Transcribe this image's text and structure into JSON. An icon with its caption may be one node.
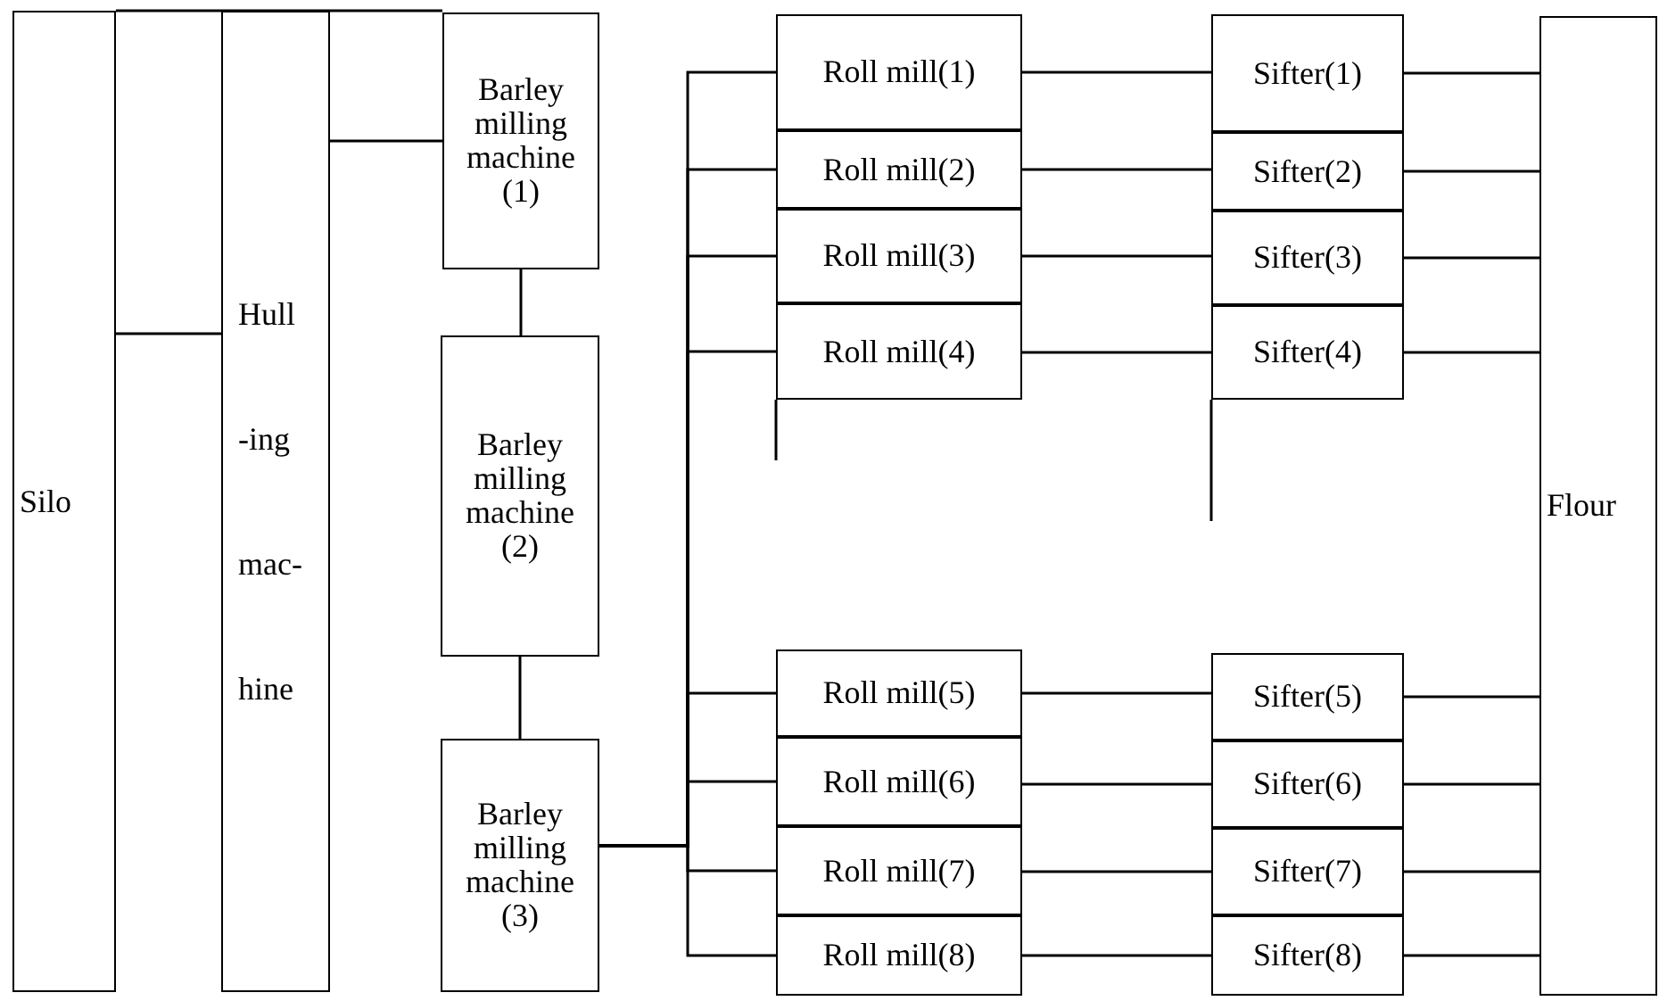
{
  "diagram": {
    "nodes": [
      {
        "text": [
          "Silo"
        ]
      },
      {
        "text": [
          "Hull -ing mac- hine"
        ]
      },
      {
        "text": [
          "Barley milling machine (1)"
        ]
      },
      {
        "text": [
          "Barley milling machine (2)"
        ]
      },
      {
        "text": [
          "Barley milling machine (3)"
        ]
      },
      {
        "text": [
          "Roll mill(1)"
        ]
      },
      {
        "text": [
          "Roll mill(2)"
        ]
      },
      {
        "text": [
          "Roll mill(3)"
        ]
      },
      {
        "text": [
          "Roll mill(4)"
        ]
      },
      {
        "text": [
          "Roll mill(5)"
        ]
      },
      {
        "text": [
          "Roll mill(6)"
        ]
      },
      {
        "text": [
          "Roll mill(7)"
        ]
      },
      {
        "text": [
          "Roll mill(8)"
        ]
      },
      {
        "text": [
          "Sifter(1)"
        ]
      },
      {
        "text": [
          "Sifter(2)"
        ]
      },
      {
        "text": [
          "Sifter(3)"
        ]
      },
      {
        "text": [
          "Sifter(4)"
        ]
      },
      {
        "text": [
          "Sifter(5)"
        ]
      },
      {
        "text": [
          "Sifter(6)"
        ]
      },
      {
        "text": [
          "Sifter(7)"
        ]
      },
      {
        "text": [
          "Sifter(8)"
        ]
      },
      {
        "text": [
          "Flour"
        ]
      }
    ],
    "edges": [
      {
        "from": 0,
        "to": 1,
        "arrow": "none"
      },
      {
        "from": 1,
        "to": 2,
        "arrow": "none"
      },
      {
        "from": 2,
        "to": 3,
        "arrow": "none"
      },
      {
        "from": 3,
        "to": 4,
        "arrow": "none"
      },
      {
        "from": 4,
        "to": 5,
        "arrow": "none"
      },
      {
        "from": 4,
        "to": 6,
        "arrow": "none"
      },
      {
        "from": 4,
        "to": 7,
        "arrow": "none"
      },
      {
        "from": 4,
        "to": 8,
        "arrow": "none"
      },
      {
        "from": 4,
        "to": 9,
        "arrow": "none"
      },
      {
        "from": 4,
        "to": 10,
        "arrow": "none"
      },
      {
        "from": 4,
        "to": 11,
        "arrow": "none"
      },
      {
        "from": 4,
        "to": 12,
        "arrow": "none"
      },
      {
        "from": 5,
        "to": 13,
        "arrow": "none"
      },
      {
        "from": 6,
        "to": 14,
        "arrow": "none"
      },
      {
        "from": 7,
        "to": 15,
        "arrow": "none"
      },
      {
        "from": 8,
        "to": 16,
        "arrow": "none"
      },
      {
        "from": 9,
        "to": 17,
        "arrow": "none"
      },
      {
        "from": 10,
        "to": 18,
        "arrow": "none"
      },
      {
        "from": 11,
        "to": 19,
        "arrow": "none"
      },
      {
        "from": 12,
        "to": 20,
        "arrow": "none"
      },
      {
        "from": 13,
        "to": 21,
        "arrow": "none"
      },
      {
        "from": 14,
        "to": 21,
        "arrow": "none"
      },
      {
        "from": 15,
        "to": 21,
        "arrow": "none"
      },
      {
        "from": 16,
        "to": 21,
        "arrow": "none"
      },
      {
        "from": 17,
        "to": 21,
        "arrow": "none"
      },
      {
        "from": 18,
        "to": 21,
        "arrow": "none"
      },
      {
        "from": 19,
        "to": 21,
        "arrow": "none"
      },
      {
        "from": 20,
        "to": 21,
        "arrow": "none"
      }
    ]
  }
}
